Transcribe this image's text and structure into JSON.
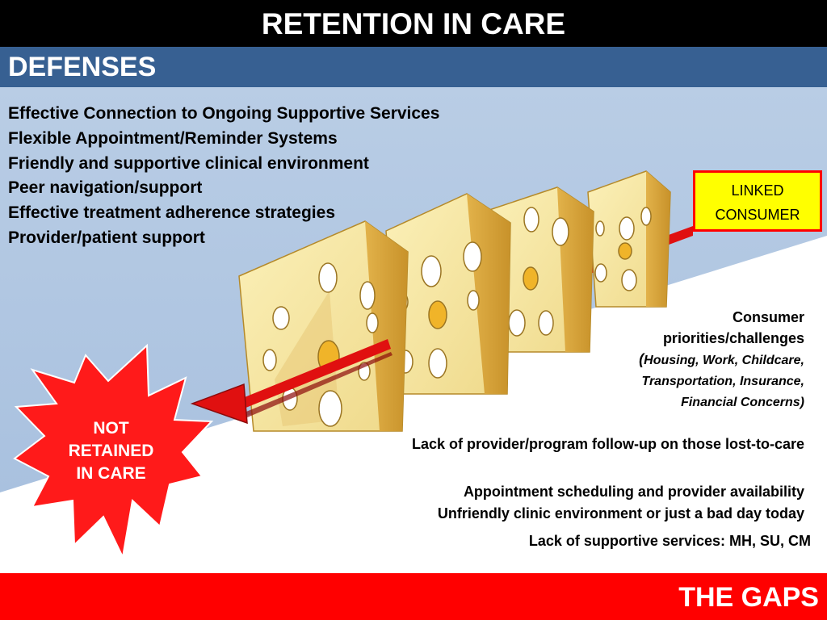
{
  "title": "RETENTION IN CARE",
  "defenses_heading": "DEFENSES",
  "defenses": [
    "Effective Connection to Ongoing Supportive Services",
    "Flexible Appointment/Reminder Systems",
    "Friendly and supportive clinical environment",
    "Peer navigation/support",
    "Effective treatment adherence strategies",
    "Provider/patient support"
  ],
  "linked_consumer": {
    "line1": "LINKED",
    "line2": "CONSUMER"
  },
  "consumer_note": {
    "line1": "Consumer",
    "line2": "priorities/challenges",
    "open_paren": "(",
    "line3": "Housing, Work, Childcare,",
    "line4": "Transportation, Insurance,",
    "line5": "Financial Concerns)"
  },
  "gaps": [
    "Lack of provider/program follow-up on those lost-to-care",
    "Appointment scheduling and provider availability",
    "Unfriendly clinic environment or just a bad day today",
    "Lack of supportive services: MH, SU, CM"
  ],
  "not_retained": {
    "line1": "NOT",
    "line2": "RETAINED",
    "line3": "IN CARE"
  },
  "gaps_heading": "THE GAPS",
  "colors": {
    "title_bar": "#000000",
    "defenses_bar": "#376092",
    "sky": "#b9cde5",
    "cheese": "#f7e9a3",
    "cheese_side": "#d6a83a",
    "arrow": "#e01010",
    "star": "#ff1a1a",
    "gaps_bar": "#ff0000",
    "linked_box": "#ffff00"
  }
}
